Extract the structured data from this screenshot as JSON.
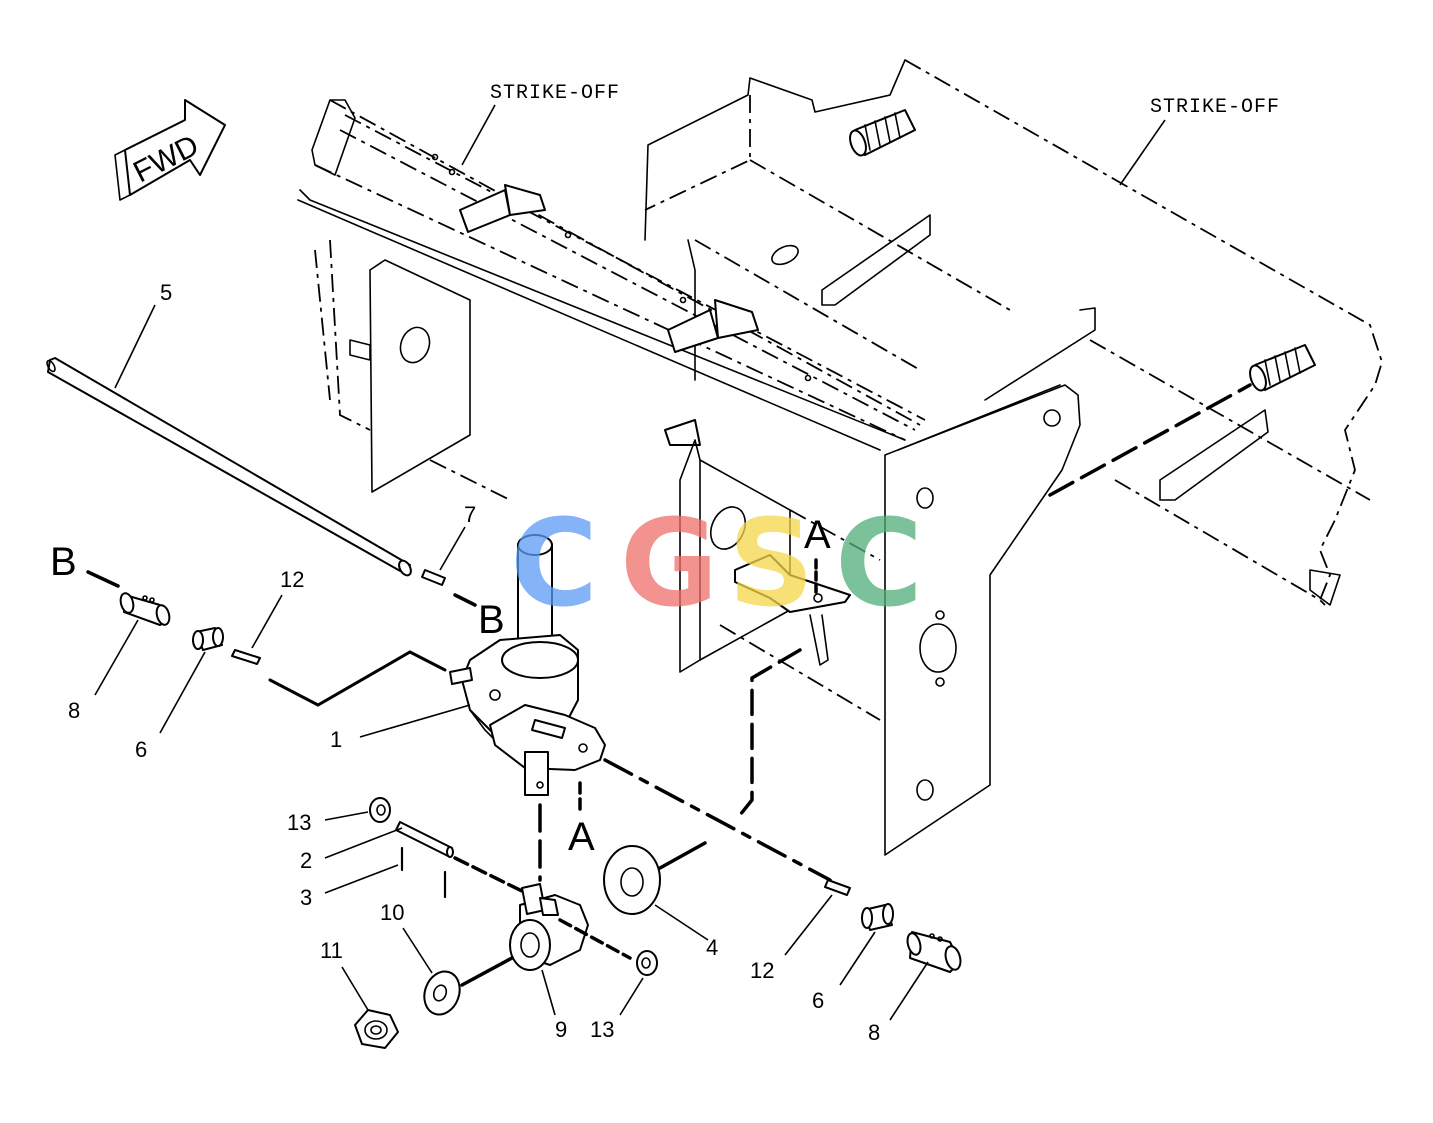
{
  "labels": {
    "strike_off_left": "STRIKE-OFF",
    "strike_off_right": "STRIKE-OFF",
    "fwd": "FWD",
    "ref_a_top": "A",
    "ref_a_bottom": "A",
    "ref_b_left": "B",
    "ref_b_right": "B"
  },
  "callouts": {
    "p1": "1",
    "p2": "2",
    "p3": "3",
    "p4": "4",
    "p5": "5",
    "p6_left": "6",
    "p6_right": "6",
    "p7": "7",
    "p8_left": "8",
    "p8_right": "8",
    "p9": "9",
    "p10": "10",
    "p11": "11",
    "p12_left": "12",
    "p12_right": "12",
    "p13_top": "13",
    "p13_bottom": "13"
  },
  "watermark": {
    "letters": [
      "C",
      "G",
      "S",
      "C"
    ],
    "colors": [
      "#5b9cf5",
      "#ef6f6a",
      "#f5d74a",
      "#4fae7a"
    ]
  }
}
